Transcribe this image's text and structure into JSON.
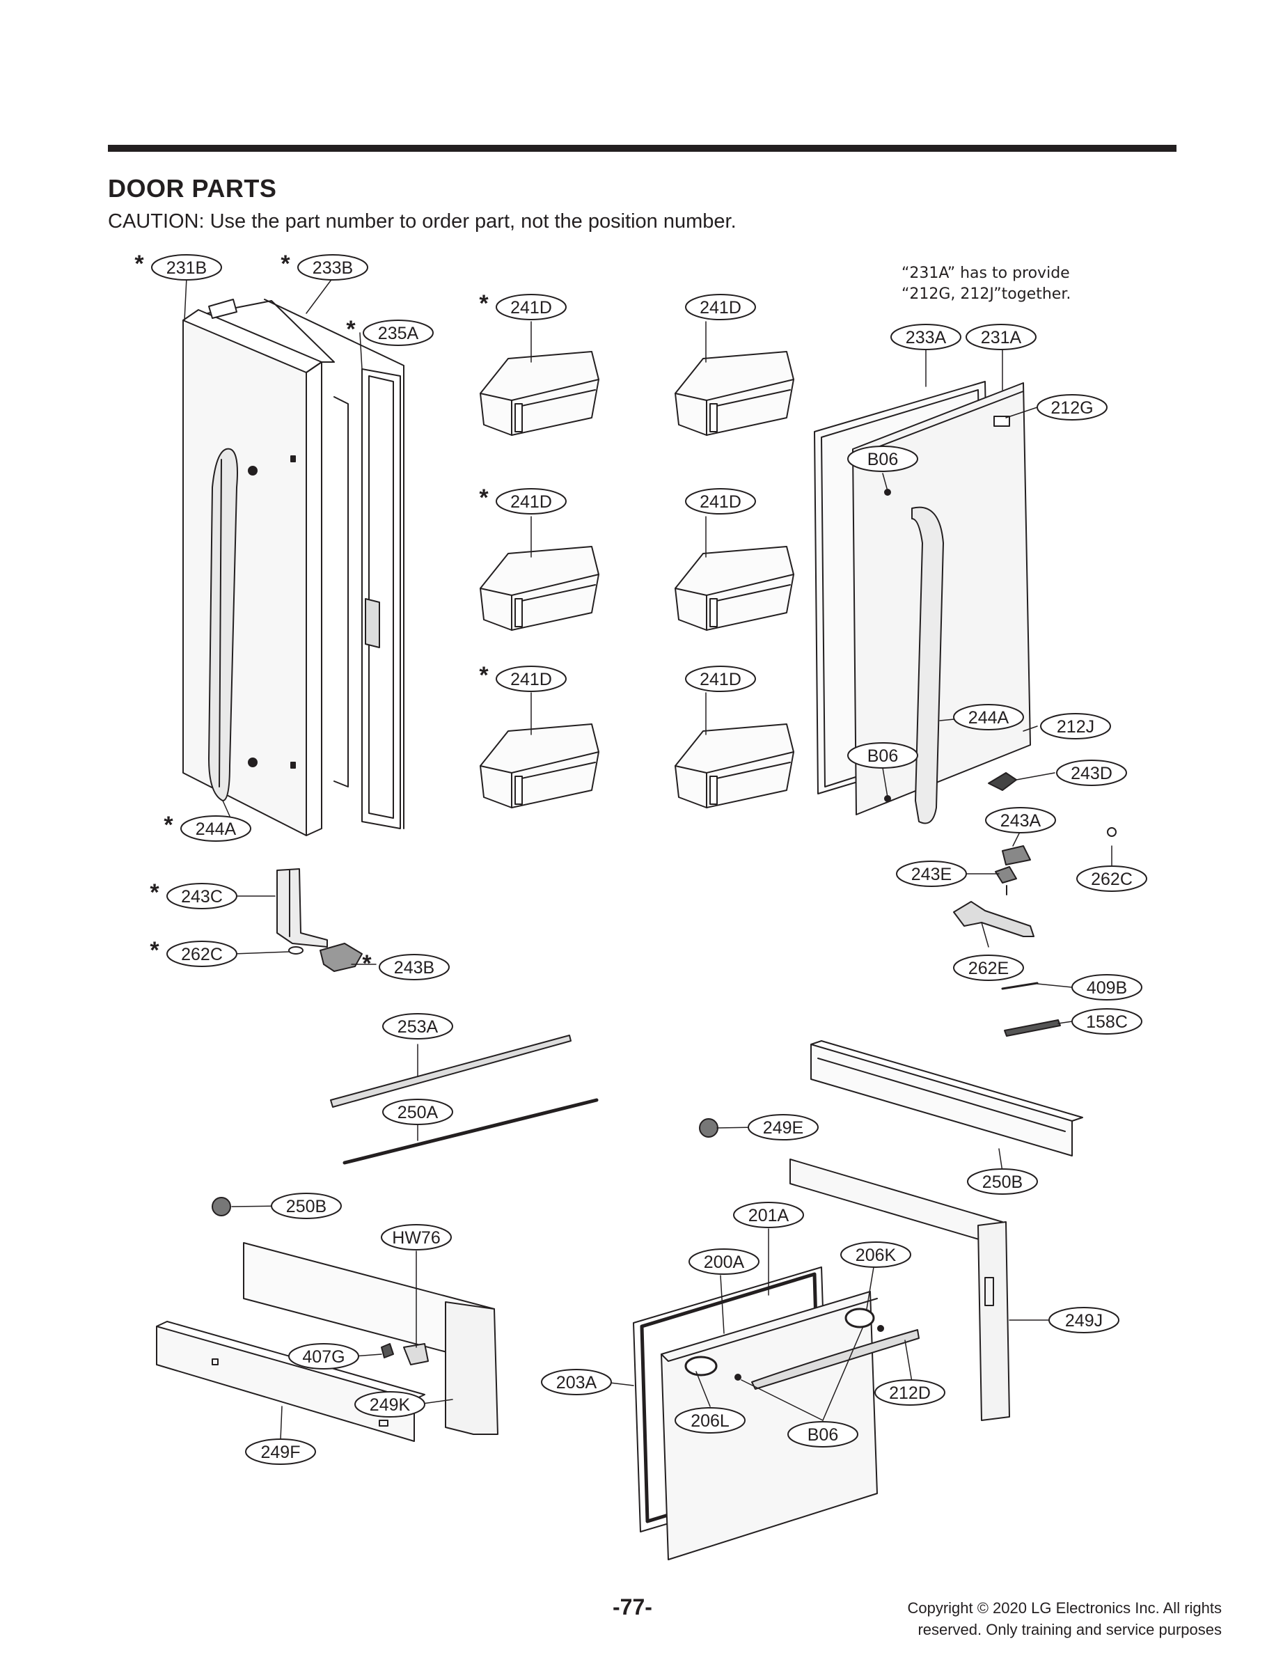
{
  "header": {
    "title": "DOOR PARTS",
    "caution": "CAUTION: Use the part number to order part, not the position number."
  },
  "note": {
    "line1": "“231A” has to provide",
    "line2": "“212G, 212J”together."
  },
  "footer": {
    "page_number": "-77-",
    "copyright_line1": "Copyright © 2020 LG Electronics Inc. All rights",
    "copyright_line2": "reserved. Only training and service purposes"
  },
  "star_symbol": "*",
  "callouts": [
    {
      "label": "231B",
      "star": true
    },
    {
      "label": "233B",
      "star": true
    },
    {
      "label": "235A",
      "star": true
    },
    {
      "label": "241D",
      "star": true
    },
    {
      "label": "241D",
      "star": false
    },
    {
      "label": "241D",
      "star": true
    },
    {
      "label": "241D",
      "star": false
    },
    {
      "label": "241D",
      "star": true
    },
    {
      "label": "241D",
      "star": false
    },
    {
      "label": "233A",
      "star": false
    },
    {
      "label": "231A",
      "star": false
    },
    {
      "label": "212G",
      "star": false
    },
    {
      "label": "B06",
      "star": false
    },
    {
      "label": "244A",
      "star": false
    },
    {
      "label": "212J",
      "star": false
    },
    {
      "label": "B06",
      "star": false
    },
    {
      "label": "243D",
      "star": false
    },
    {
      "label": "243A",
      "star": false
    },
    {
      "label": "243E",
      "star": false
    },
    {
      "label": "262C",
      "star": false
    },
    {
      "label": "262E",
      "star": false
    },
    {
      "label": "409B",
      "star": false
    },
    {
      "label": "158C",
      "star": false
    },
    {
      "label": "244A",
      "star": true
    },
    {
      "label": "243C",
      "star": true
    },
    {
      "label": "262C",
      "star": true
    },
    {
      "label": "243B",
      "star": true
    },
    {
      "label": "253A",
      "star": false
    },
    {
      "label": "250A",
      "star": false
    },
    {
      "label": "250B",
      "star": false
    },
    {
      "label": "249E",
      "star": false
    },
    {
      "label": "250B",
      "star": false
    },
    {
      "label": "201A",
      "star": false
    },
    {
      "label": "HW76",
      "star": false
    },
    {
      "label": "206K",
      "star": false
    },
    {
      "label": "200A",
      "star": false
    },
    {
      "label": "249J",
      "star": false
    },
    {
      "label": "407G",
      "star": false
    },
    {
      "label": "203A",
      "star": false
    },
    {
      "label": "212D",
      "star": false
    },
    {
      "label": "206L",
      "star": false
    },
    {
      "label": "B06",
      "star": false
    },
    {
      "label": "249F",
      "star": false
    },
    {
      "label": "249K",
      "star": false
    }
  ]
}
